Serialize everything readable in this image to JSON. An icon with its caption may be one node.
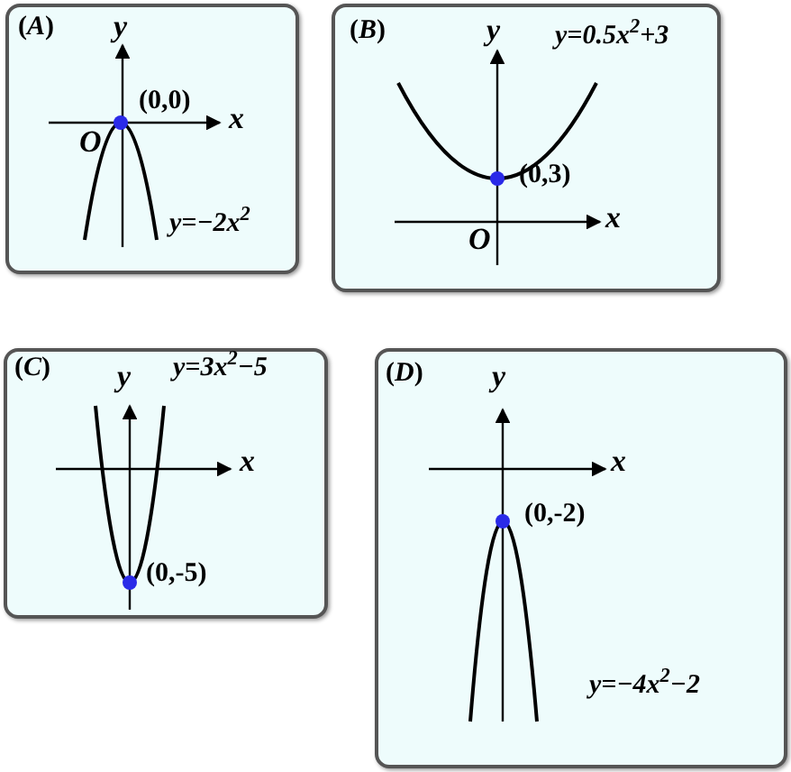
{
  "diagram": {
    "nodes": [
      {
        "text": [
          "(*A*)",
          "*y*",
          "*x*",
          "*O*",
          "(0,0)",
          "y=−2x$^{2}$"
        ]
      },
      {
        "text": [
          "(*B*)",
          "*y*",
          "*x*",
          "*O*",
          "(0,3)",
          "y=0.5x$^{2}$+3"
        ]
      },
      {
        "text": [
          "(*C*)",
          "*y*",
          "*x*",
          "(0,-5)",
          "y=3x$^{2}$−5"
        ]
      },
      {
        "text": [
          "(*D*)",
          "*y*",
          "*x*",
          "(0,-2)",
          "y=−4x$^{2}$−2"
        ]
      }
    ]
  }
}
